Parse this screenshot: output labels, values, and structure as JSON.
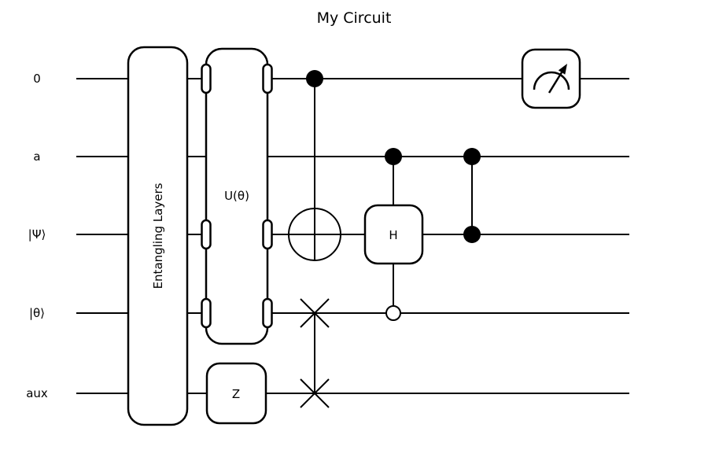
{
  "title": "My Circuit",
  "colors": {
    "line": "#000000",
    "background": "#ffffff"
  },
  "wires": [
    {
      "label": "0"
    },
    {
      "label": "a"
    },
    {
      "label": "|Ψ⟩"
    },
    {
      "label": "|θ⟩"
    },
    {
      "label": "aux"
    }
  ],
  "gates": {
    "entangling_layers": {
      "label": "Entangling Layers",
      "wires": [
        "0",
        "a",
        "|Ψ⟩",
        "|θ⟩",
        "aux"
      ]
    },
    "u_theta": {
      "label": "U(θ)",
      "wires": [
        "0",
        "|Ψ⟩",
        "|θ⟩"
      ]
    },
    "z": {
      "label": "Z",
      "wires": [
        "aux"
      ]
    },
    "cnot": {
      "type": "CNOT",
      "control": "0",
      "target": "|Ψ⟩"
    },
    "swap": {
      "type": "SWAP",
      "wires": [
        "|θ⟩",
        "aux"
      ]
    },
    "controlled_h": {
      "label": "H",
      "target": "|Ψ⟩",
      "control_filled": "a",
      "control_open": "|θ⟩"
    },
    "cz": {
      "type": "CZ",
      "wires": [
        "a",
        "|Ψ⟩"
      ]
    },
    "measurement": {
      "type": "measure",
      "wire": "0"
    }
  }
}
